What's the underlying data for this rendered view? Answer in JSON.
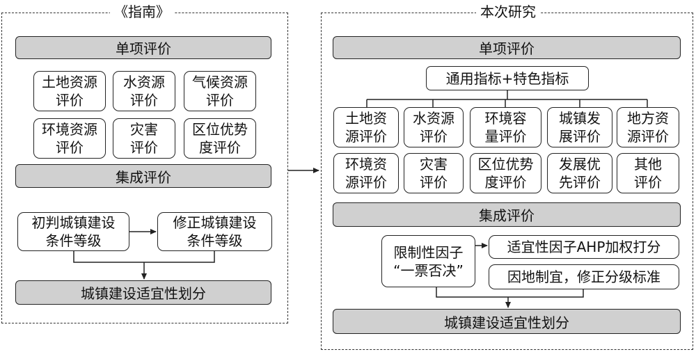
{
  "left": {
    "title": "《指南》",
    "single_eval": "单项评价",
    "items": [
      [
        "土地资源",
        "评价"
      ],
      [
        "水资源",
        "评价"
      ],
      [
        "气候资源",
        "评价"
      ],
      [
        "环境资源",
        "评价"
      ],
      [
        "灾害",
        "评价"
      ],
      [
        "区位优势",
        "度评价"
      ]
    ],
    "integrated_eval": "集成评价",
    "initial": [
      "初判城镇建设",
      "条件等级"
    ],
    "revised": [
      "修正城镇建设",
      "条件等级"
    ],
    "result": "城镇建设适宜性划分"
  },
  "right": {
    "title": "本次研究",
    "single_eval": "单项评价",
    "indicators": "通用指标+特色指标",
    "items": [
      [
        "土地资",
        "源评价"
      ],
      [
        "水资源",
        "评价"
      ],
      [
        "环境容",
        "量评价"
      ],
      [
        "城镇发",
        "展评价"
      ],
      [
        "地方资",
        "源评价"
      ],
      [
        "环境资",
        "源评价"
      ],
      [
        "灾害",
        "评价"
      ],
      [
        "区位优势",
        "度评价"
      ],
      [
        "发展优",
        "先评价"
      ],
      [
        "其他",
        "评价"
      ]
    ],
    "integrated_eval": "集成评价",
    "limiting": [
      "限制性因子",
      "“一票否决”"
    ],
    "ahp": "适宜性因子AHP加权打分",
    "adjust": "因地制宜，修正分级标准",
    "result": "城镇建设适宜性划分"
  }
}
